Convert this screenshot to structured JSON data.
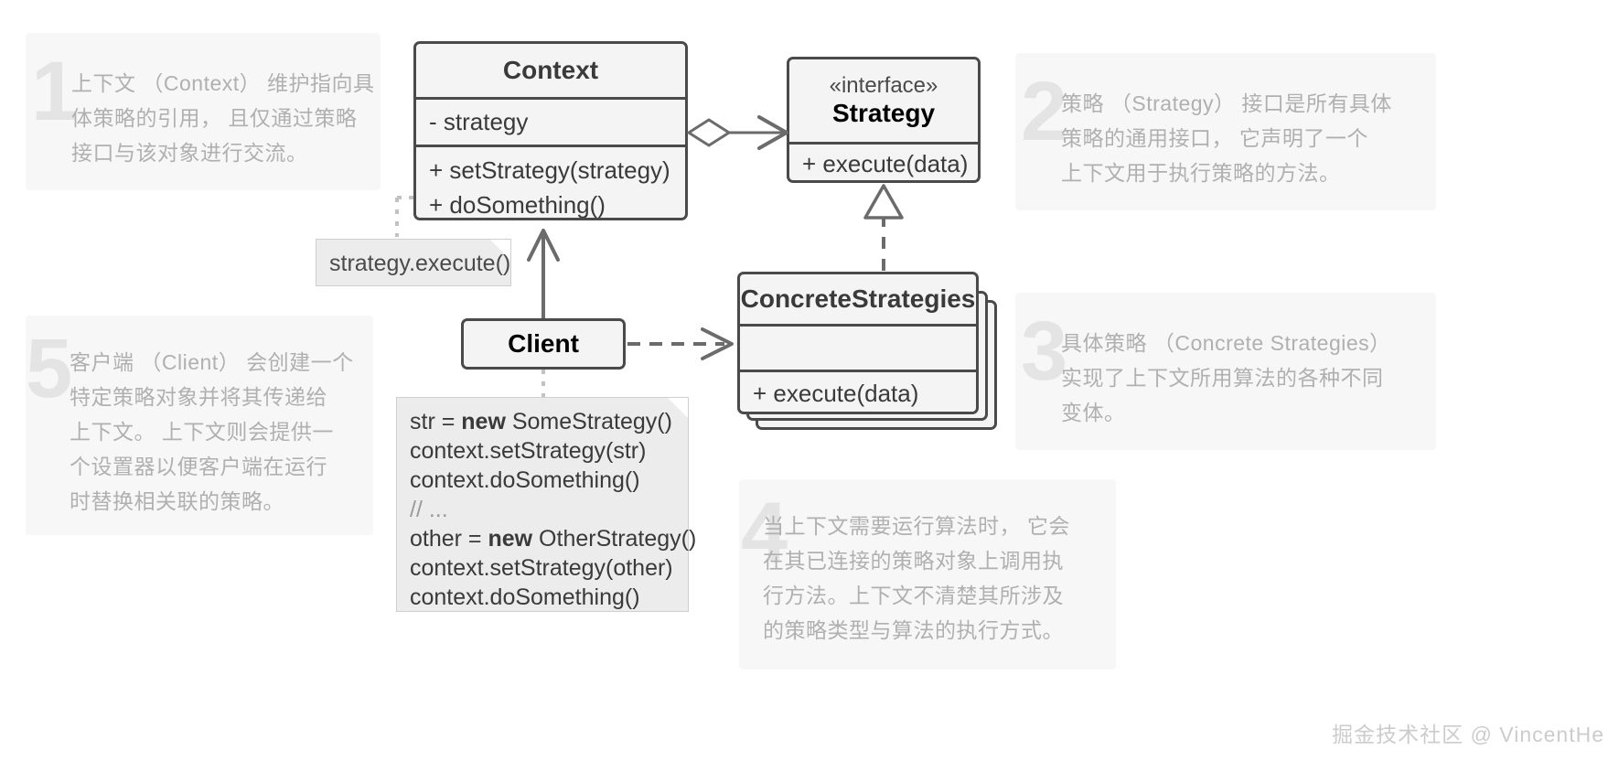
{
  "diagram": {
    "title": "Strategy Pattern UML Class Diagram",
    "colors": {
      "stroke": "#4a4a4a",
      "box_fill": "#f4f4f4",
      "note_fill": "#ececec",
      "annotation_text": "#b0b0b0",
      "annotation_number": "#e4e4e4",
      "annotation_bg": "#f7f7f7",
      "watermark": "#cccccc"
    }
  },
  "classes": {
    "context": {
      "name": "Context",
      "fields": [
        "- strategy"
      ],
      "methods": [
        "+ setStrategy(strategy)",
        "+ doSomething()"
      ]
    },
    "strategy": {
      "stereotype": "«interface»",
      "name": "Strategy",
      "methods": [
        "+ execute(data)"
      ]
    },
    "concrete": {
      "name": "ConcreteStrategies",
      "fields": [
        ""
      ],
      "methods": [
        "+ execute(data)"
      ]
    },
    "client": {
      "name": "Client"
    }
  },
  "notes": {
    "execute_note": {
      "text": "strategy.execute()"
    },
    "code_note": {
      "lines": [
        {
          "pre": "str = ",
          "kw": "new",
          "post": " SomeStrategy()"
        },
        {
          "pre": "context.setStrategy(str)",
          "kw": "",
          "post": ""
        },
        {
          "pre": "context.doSomething()",
          "kw": "",
          "post": ""
        },
        {
          "pre": "",
          "kw": "",
          "post": "",
          "comment": "// ..."
        },
        {
          "pre": "other = ",
          "kw": "new",
          "post": " OtherStrategy()"
        },
        {
          "pre": "context.setStrategy(other)",
          "kw": "",
          "post": ""
        },
        {
          "pre": "context.doSomething()",
          "kw": "",
          "post": ""
        }
      ]
    }
  },
  "annotations": [
    {
      "number": "1",
      "lead": "上下文",
      "text": "上下文 （Context） 维护指向具\n体策略的引用， 且仅通过策略\n接口与该对象进行交流。"
    },
    {
      "number": "2",
      "lead": "策略",
      "text": "策略 （Strategy） 接口是所有具体\n策略的通用接口， 它声明了一个\n上下文用于执行策略的方法。"
    },
    {
      "number": "3",
      "lead": "具体策略",
      "text": "具体策略 （Concrete Strategies）\n实现了上下文所用算法的各种不同\n变体。"
    },
    {
      "number": "4",
      "lead": "",
      "text": "当上下文需要运行算法时， 它会\n在其已连接的策略对象上调用执\n行方法。上下文不清楚其所涉及\n的策略类型与算法的执行方式。"
    },
    {
      "number": "5",
      "lead": "客户端",
      "text": "客户端 （Client） 会创建一个\n特定策略对象并将其传递给\n上下文。 上下文则会提供一\n个设置器以便客户端在运行\n时替换相关联的策略。"
    }
  ],
  "relations": [
    {
      "name": "context-aggregates-strategy",
      "type": "aggregation-arrow",
      "from": "Context",
      "to": "Strategy"
    },
    {
      "name": "concrete-implements-strategy",
      "type": "realization-dashed",
      "from": "ConcreteStrategies",
      "to": "Strategy"
    },
    {
      "name": "client-to-context",
      "type": "solid-arrow",
      "from": "Client",
      "to": "Context"
    },
    {
      "name": "client-to-concrete",
      "type": "dashed-arrow",
      "from": "Client",
      "to": "ConcreteStrategies"
    },
    {
      "name": "context-to-execute-note",
      "type": "dotted-link",
      "from": "Context",
      "to": "strategy.execute()"
    },
    {
      "name": "client-to-code-note",
      "type": "dotted-link",
      "from": "Client",
      "to": "code-note"
    }
  ],
  "watermark": "掘金技术社区 @ VincentHe"
}
